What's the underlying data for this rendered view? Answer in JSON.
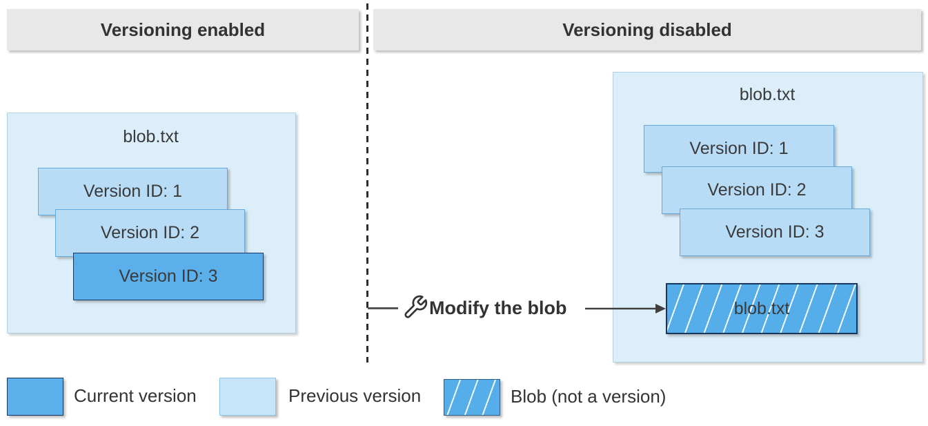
{
  "headers": {
    "left": "Versioning enabled",
    "right": "Versioning disabled"
  },
  "left_panel": {
    "title": "blob.txt",
    "versions": [
      {
        "label": "Version ID: 1",
        "type": "previous"
      },
      {
        "label": "Version ID: 2",
        "type": "previous"
      },
      {
        "label": "Version ID: 3",
        "type": "current"
      }
    ]
  },
  "right_panel": {
    "title": "blob.txt",
    "versions": [
      {
        "label": "Version ID: 1",
        "type": "previous"
      },
      {
        "label": "Version ID: 2",
        "type": "previous"
      },
      {
        "label": "Version ID: 3",
        "type": "previous"
      }
    ],
    "blob_label": "blob.txt"
  },
  "action": {
    "icon": "wrench-icon",
    "label": "Modify the blob"
  },
  "legend": {
    "items": [
      {
        "swatch": "current",
        "label": "Current version"
      },
      {
        "swatch": "previous",
        "label": "Previous version"
      },
      {
        "swatch": "blob-hatched",
        "label": "Blob (not a version)"
      }
    ]
  },
  "colors": {
    "current_version": "#5bb0ec",
    "previous_version": "#b9dcf6",
    "panel_background": "#dbeefa",
    "header_background": "#e8e8e8",
    "hatch_line": "#f2f9ff",
    "text": "#333333"
  }
}
